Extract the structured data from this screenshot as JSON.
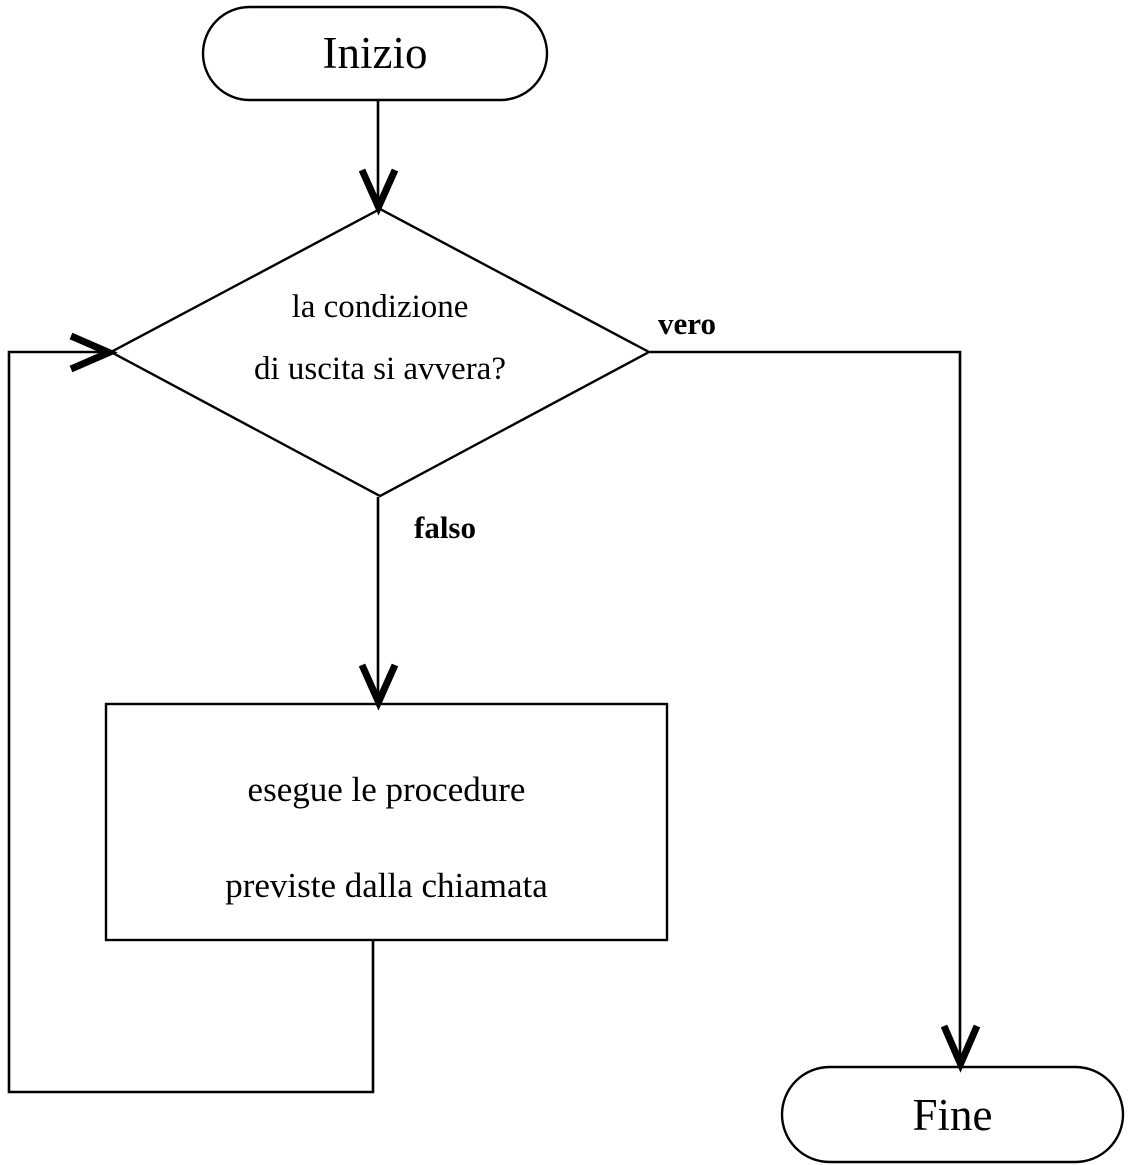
{
  "diagram": {
    "type": "flowchart",
    "language": "it",
    "background_color": "#ffffff",
    "stroke_color": "#000000",
    "nodes": {
      "start": {
        "shape": "terminal-rounded",
        "label": "Inizio"
      },
      "decision": {
        "shape": "diamond",
        "label_line1": "la condizione",
        "label_line2": "di uscita si avvera?"
      },
      "process": {
        "shape": "rectangle",
        "label_line1": "esegue le procedure",
        "label_line2": "previste dalla chiamata"
      },
      "end": {
        "shape": "terminal-rounded",
        "label": "Fine"
      }
    },
    "edge_labels": {
      "true_branch": "vero",
      "false_branch": "falso"
    }
  }
}
